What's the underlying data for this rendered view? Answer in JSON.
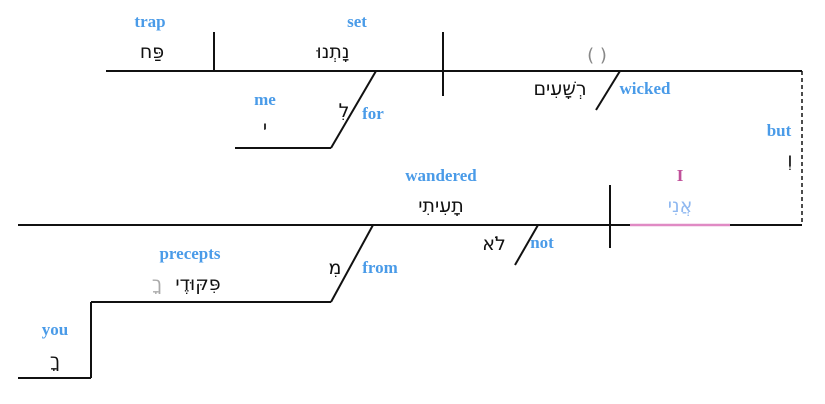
{
  "colors": {
    "gloss": "#4a9be8",
    "subject_gloss": "#c0509a",
    "subject_hebrew": "#8fb8f0",
    "underline": "#e08ac4",
    "placeholder": "#888888"
  },
  "clause1": {
    "object": {
      "hebrew": "פַּח",
      "gloss": "trap"
    },
    "verb": {
      "hebrew": "נָתְנוּ",
      "gloss": "set"
    },
    "subject": {
      "placeholder": "( )",
      "hebrew": "רְשָׁעִים",
      "gloss": "wicked"
    },
    "prep_phrase": {
      "prep_hebrew": "לִ",
      "prep_gloss": "for",
      "object_hebrew": "י",
      "object_gloss": "me"
    }
  },
  "conjunction": {
    "hebrew": "וְ",
    "gloss": "but"
  },
  "clause2": {
    "subject": {
      "hebrew": "אֲנִי",
      "gloss": "I"
    },
    "verb": {
      "hebrew": "תָעִיתִי",
      "gloss": "wandered"
    },
    "negation": {
      "hebrew": "לֹא",
      "gloss": "not"
    },
    "prep_phrase": {
      "prep_hebrew": "מִ",
      "prep_gloss": "from",
      "object_hebrew": "פִּקּוּדֶי",
      "object_suffix": "ךָ",
      "object_gloss": "precepts",
      "possessor_hebrew": "ךָ",
      "possessor_gloss": "you"
    }
  }
}
